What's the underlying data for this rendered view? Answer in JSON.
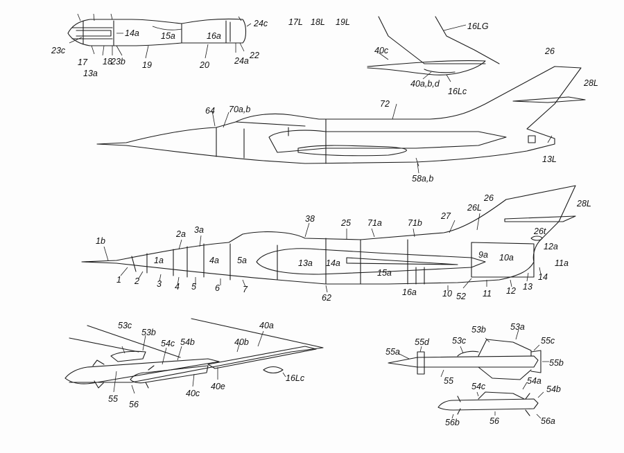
{
  "top_labels": [
    "17L",
    "18L",
    "19L"
  ],
  "view1_labels": [
    "23c",
    "17",
    "13a",
    "18",
    "23b",
    "14a",
    "19",
    "15a",
    "20",
    "16a",
    "24c",
    "24a",
    "22"
  ],
  "view2_labels": [
    "16LG",
    "40c",
    "40a,b,d",
    "16Lc"
  ],
  "view3_labels": [
    "64",
    "70a,b",
    "72",
    "26",
    "28L",
    "13L",
    "58a,b"
  ],
  "view4_labels": [
    "1b",
    "1",
    "2",
    "1a",
    "3",
    "2a",
    "4",
    "3a",
    "5",
    "4a",
    "6",
    "5a",
    "7",
    "38",
    "13a",
    "14a",
    "62",
    "25",
    "71a",
    "71b",
    "15a",
    "16a",
    "27",
    "26L",
    "26",
    "28L",
    "26t",
    "12a",
    "11a",
    "9a",
    "10a",
    "10",
    "52",
    "11",
    "12",
    "13",
    "14"
  ],
  "view5_labels": [
    "53c",
    "53b",
    "54c",
    "54b",
    "40a",
    "40b",
    "55",
    "56",
    "40c",
    "40e",
    "16Lc"
  ],
  "view6_labels": [
    "55d",
    "55a",
    "53c",
    "53b",
    "53a",
    "55c",
    "55b",
    "55",
    "54c",
    "54a",
    "54b",
    "56b",
    "56",
    "56a"
  ]
}
